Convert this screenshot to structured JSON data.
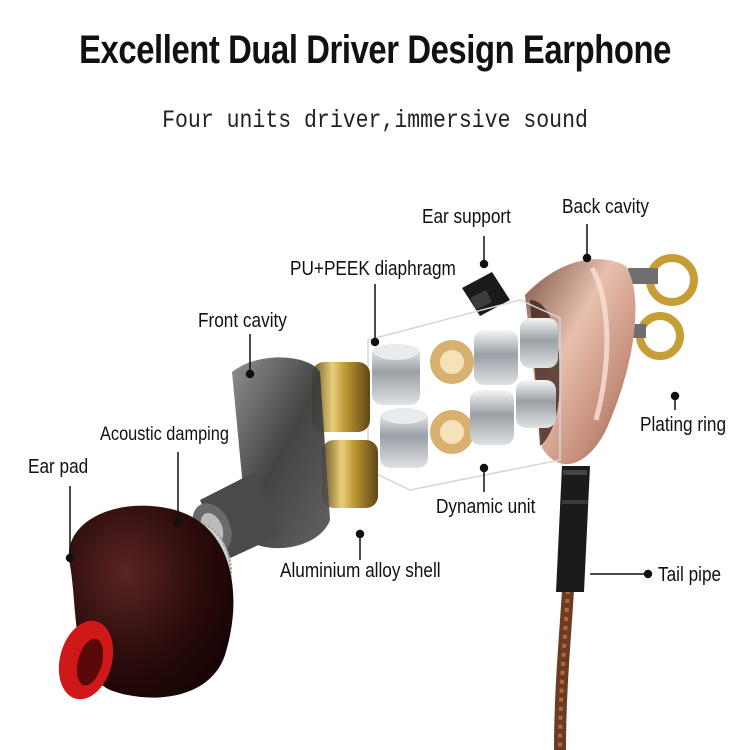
{
  "header": {
    "title": "Excellent Dual Driver Design Earphone",
    "subtitle": "Four units driver,immersive sound"
  },
  "labels": {
    "back_cavity": "Back cavity",
    "ear_support": "Ear support",
    "diaphragm": "PU+PEEK diaphragm",
    "front_cavity": "Front  cavity",
    "acoustic_damping": "Acoustic damping",
    "ear_pad": "Ear pad",
    "plating_ring": "Plating ring",
    "dynamic_unit": "Dynamic unit",
    "aluminium_shell": "Aluminium alloy shell",
    "tail_pipe": "Tail pipe"
  },
  "colors": {
    "text": "#111111",
    "shell_rose_gold": "#d9aa98",
    "gold_drivers": "#c9a243",
    "chrome": "#c8ccd0",
    "ear_pad": "#3a1414",
    "ear_pad_inner": "#d01818"
  }
}
